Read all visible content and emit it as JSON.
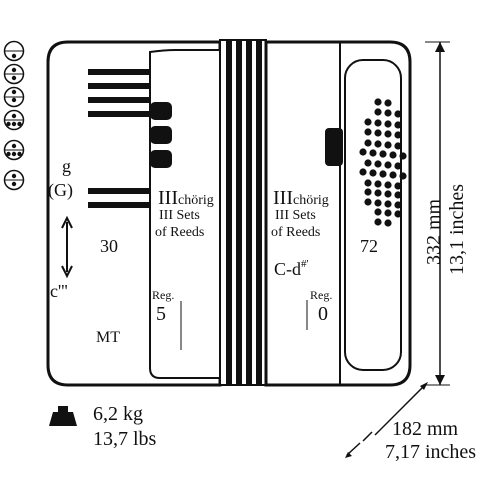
{
  "reed_markers": [
    "1 dot",
    "2 dots",
    "3 dots",
    "4 dots",
    "5 dots"
  ],
  "left_hand": {
    "range_top": "g",
    "range_top_alt": "(G)",
    "range_bottom": "c'''",
    "keys": "30",
    "voices_prefix": "III",
    "voices_word": "chörig",
    "sets_line1": "III Sets",
    "sets_line2": "of Reeds",
    "reg_label": "Reg.",
    "reg_count": "5",
    "type_label": "MT"
  },
  "right_hand": {
    "voices_prefix": "III",
    "voices_word": "chörig",
    "sets_line1": "III Sets",
    "sets_line2": "of Reeds",
    "range_main": "C-d",
    "range_sup": "#'",
    "reg_label": "Reg.",
    "reg_count": "0",
    "bass_count": "72"
  },
  "dimensions": {
    "height_mm": "332 mm",
    "height_in": "13,1 inches",
    "depth_mm": "182 mm",
    "depth_in": "7,17 inches"
  },
  "weight": {
    "icon": "weight-icon",
    "kg": "6,2 kg",
    "lbs": "13,7 lbs"
  }
}
